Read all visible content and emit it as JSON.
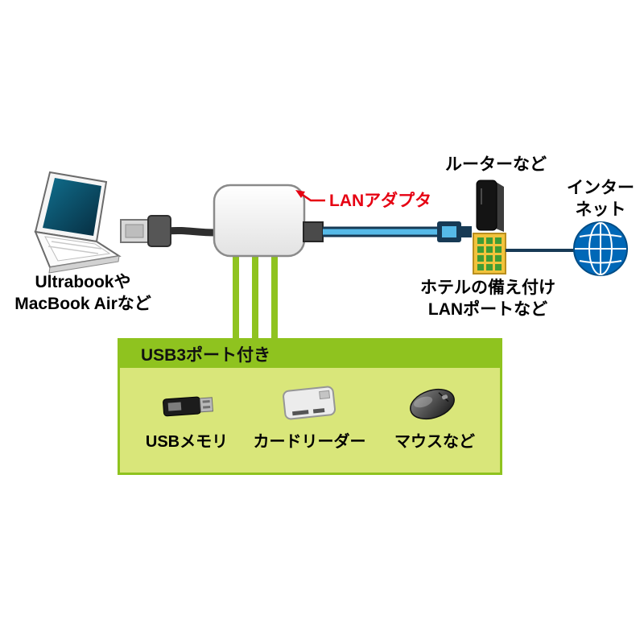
{
  "labels": {
    "laptop_line1": "Ultrabookや",
    "laptop_line2": "MacBook Airなど",
    "adapter": "LANアダプタ",
    "router": "ルーターなど",
    "internet_line1": "インター",
    "internet_line2": "ネット",
    "hotel_port_line1": "ホテルの備え付け",
    "hotel_port_line2": "LANポートなど",
    "usb_box_title": "USB3ポート付き",
    "usb_memory": "USBメモリ",
    "card_reader": "カードリーダー",
    "mouse": "マウスなど"
  },
  "icons": {
    "laptop": "laptop-icon",
    "usb_plug": "usb-plug-icon",
    "lan_adapter": "lan-adapter-icon",
    "lan_cable": "lan-cable-icon",
    "router": "router-icon",
    "hotel_lan_port": "hotel-lan-port-icon",
    "globe": "globe-icon",
    "usb_memory": "usb-memory-icon",
    "card_reader": "card-reader-icon",
    "mouse": "mouse-icon"
  },
  "colors": {
    "accent_green": "#8fc31f",
    "panel_green": "#d9e67a",
    "cable_blue": "#56bae8",
    "cable_outline": "#173a55",
    "globe_blue": "#0068b7",
    "callout_red": "#e60012",
    "text": "#000000"
  }
}
